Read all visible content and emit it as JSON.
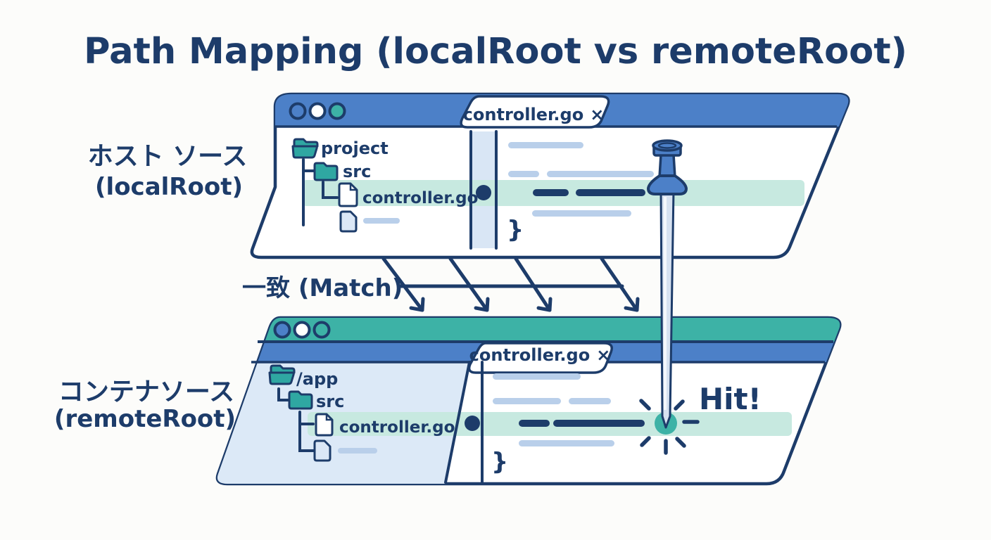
{
  "title": "Path Mapping (localRoot vs remoteRoot)",
  "annotations": {
    "host_label_jp": "ホスト ソース",
    "host_label_en": "(localRoot)",
    "container_label_jp": "コンテナソース",
    "container_label_en": "(remoteRoot)",
    "match_label": "一致 (Match)",
    "hit_label": "Hit!"
  },
  "host_window": {
    "tab": {
      "label": "controller.go",
      "close_glyph": "×"
    },
    "tree": {
      "root": "project",
      "child": "src",
      "file": "controller.go"
    },
    "code": {
      "closing_brace": "}"
    }
  },
  "container_window": {
    "tab": {
      "label": "controller.go",
      "close_glyph": "×"
    },
    "tree": {
      "root": "/app",
      "child": "src",
      "file": "controller.go"
    },
    "code": {
      "closing_brace": "}"
    }
  },
  "colors": {
    "navy": "#1d3c6a",
    "blue_bar": "#4c80c8",
    "teal_bar": "#3db2a6",
    "folder_teal": "#2fa7a2",
    "mint_highlight": "#c7e9e0",
    "code_line_blue": "#b9cfea",
    "panel_blue": "#dce9f7",
    "gutter_blue": "#d9e6f5",
    "needle_light": "#d7e2f1",
    "background": "#fcfcfa"
  }
}
